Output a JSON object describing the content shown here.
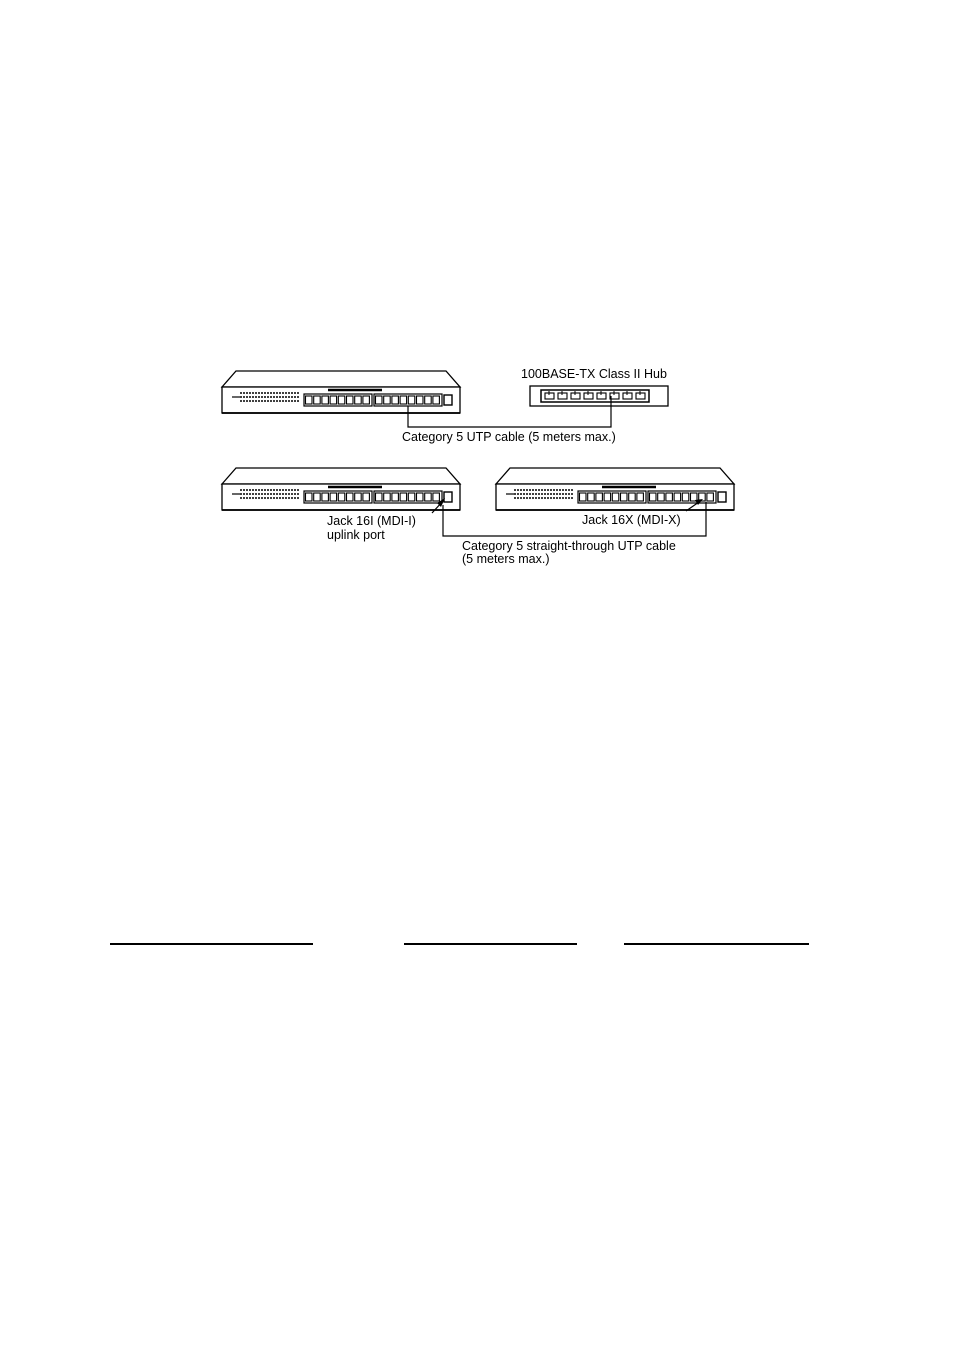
{
  "diagram": {
    "hub_label": "100BASE-TX Class II Hub",
    "cable1_label": "Category 5 UTP cable (5 meters max.)",
    "jack_left_line1": "Jack 16I (MDI-I)",
    "jack_left_line2": "uplink port",
    "jack_right_label": "Jack 16X (MDI-X)",
    "cable2_line1": "Category 5 straight-through UTP cable",
    "cable2_line2": "(5 meters max.)"
  },
  "colors": {
    "ink": "#000000",
    "paper": "#ffffff"
  },
  "footer": {
    "rules": [
      "blank-line",
      "blank-line",
      "blank-line"
    ]
  }
}
